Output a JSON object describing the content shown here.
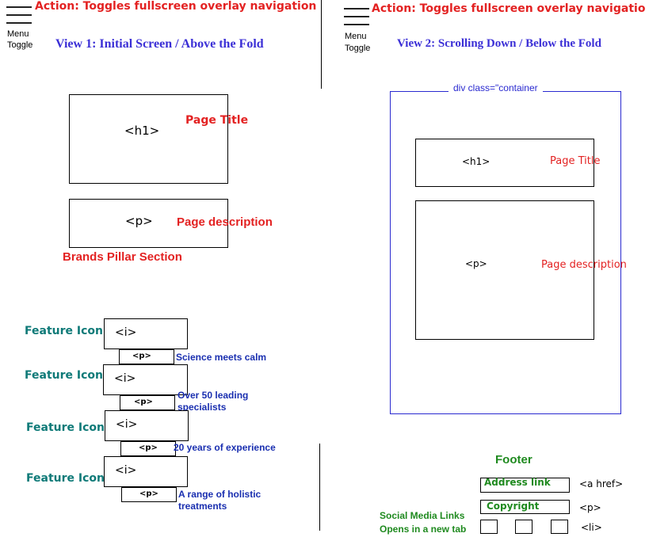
{
  "view1": {
    "menu_label_1": "Menu",
    "menu_label_2": "Toggle",
    "action": "Action: Toggles fullscreen overlay navigation",
    "title": "View 1: Initial Screen / Above the Fold",
    "h1_tag": "<h1>",
    "page_title": "Page Title",
    "p_tag": "<p>",
    "page_description": "Page description",
    "brands_pillar": "Brands Pillar Section",
    "features": [
      {
        "label": "Feature Icon",
        "icon_tag": "<i>",
        "p_tag": "<p>",
        "text_1": "Science meets calm",
        "text_2": ""
      },
      {
        "label": "Feature Icon",
        "icon_tag": "<i>",
        "p_tag": "<p>",
        "text_1": "Over 50 leading",
        "text_2": "specialists"
      },
      {
        "label": "Feature Icon",
        "icon_tag": "<i>",
        "p_tag": "<p>",
        "text_1": "20 years of experience",
        "text_2": ""
      },
      {
        "label": "Feature Icon",
        "icon_tag": "<i>",
        "p_tag": "<p>",
        "text_1": "A range of holistic",
        "text_2": "treatments"
      }
    ]
  },
  "view2": {
    "menu_label_1": "Menu",
    "menu_label_2": "Toggle",
    "action": "Action: Toggles fullscreen overlay navigatio",
    "title": "View 2: Scrolling Down / Below the Fold",
    "container_label": "div class=\"container",
    "h1_tag": "<h1>",
    "page_title": "Page Title",
    "p_tag": "<p>",
    "page_description": "Page description",
    "footer": {
      "title": "Footer",
      "address_link": "Address link",
      "a_href_tag": "<a href>",
      "copyright": "Copyright",
      "p_tag": "<p>",
      "social_1": "Social Media Links",
      "social_2": "Opens in a new tab",
      "li_tag": "<li>"
    }
  }
}
